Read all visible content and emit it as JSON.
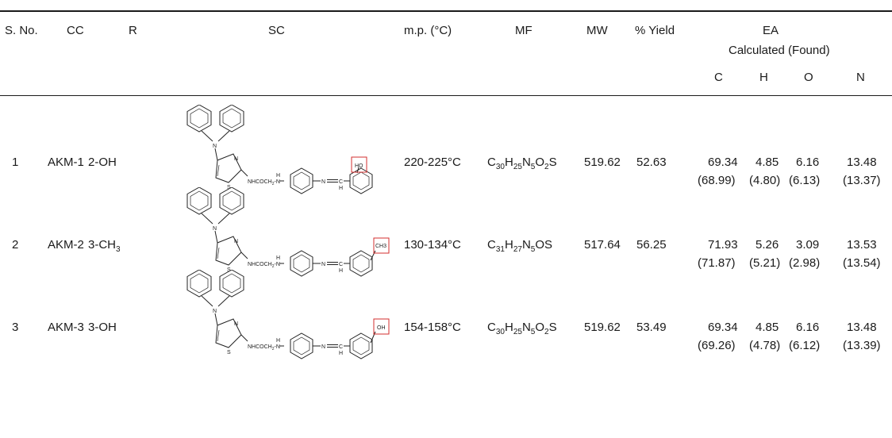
{
  "headers": {
    "sno": "S. No.",
    "cc": "CC",
    "r": "R",
    "sc": "SC",
    "mp": "m.p. (°C)",
    "mf": "MF",
    "mw": "MW",
    "yield": "% Yield",
    "ea": "EA",
    "ea_sub": "Calculated (Found)",
    "c": "C",
    "h": "H",
    "o": "O",
    "n": "N"
  },
  "rows": [
    {
      "sno": "1",
      "cc": "AKM-1",
      "r_main": "2-OH",
      "r_sub": "",
      "mp": "220-225°C",
      "mf": [
        [
          "C",
          "30"
        ],
        [
          "H",
          "25"
        ],
        [
          "N",
          "5"
        ],
        [
          "O",
          "2"
        ],
        [
          "S",
          ""
        ]
      ],
      "mw": "519.62",
      "yield": "52.63",
      "calc": {
        "c": "69.34",
        "h": "4.85",
        "o": "6.16",
        "n": "13.48"
      },
      "found": {
        "c": "(68.99)",
        "h": "(4.80)",
        "o": "(6.13)",
        "n": "(13.37)"
      },
      "sub_label": "HO"
    },
    {
      "sno": "2",
      "cc": "AKM-2",
      "r_main": "3-CH",
      "r_sub": "3",
      "mp": "130-134°C",
      "mf": [
        [
          "C",
          "31"
        ],
        [
          "H",
          "27"
        ],
        [
          "N",
          "5"
        ],
        [
          "OS",
          ""
        ]
      ],
      "mw": "517.64",
      "yield": "56.25",
      "calc": {
        "c": "71.93",
        "h": "5.26",
        "o": "3.09",
        "n": "13.53"
      },
      "found": {
        "c": "(71.87)",
        "h": "(5.21)",
        "o": "(2.98)",
        "n": "(13.54)"
      },
      "sub_label": "CH3"
    },
    {
      "sno": "3",
      "cc": "AKM-3",
      "r_main": "3-OH",
      "r_sub": "",
      "mp": "154-158°C",
      "mf": [
        [
          "C",
          "30"
        ],
        [
          "H",
          "25"
        ],
        [
          "N",
          "5"
        ],
        [
          "O",
          "2"
        ],
        [
          "S",
          ""
        ]
      ],
      "mw": "519.62",
      "yield": "53.49",
      "calc": {
        "c": "69.34",
        "h": "4.85",
        "o": "6.16",
        "n": "13.48"
      },
      "found": {
        "c": "(69.26)",
        "h": "(4.78)",
        "o": "(6.12)",
        "n": "(13.39)"
      },
      "sub_label": "OH"
    }
  ],
  "structure_labels": {
    "n": "N",
    "s": "S",
    "linker": "NHCOCH",
    "linker_sub": "2",
    "linker_tail": "-N",
    "nh_h": "H",
    "imine_n": "N",
    "imine_c": "C",
    "imine_h": "H"
  },
  "colors": {
    "rule": "#1a1a1a",
    "highlight_box": "#d32f2f",
    "text": "#1a1a1a"
  }
}
